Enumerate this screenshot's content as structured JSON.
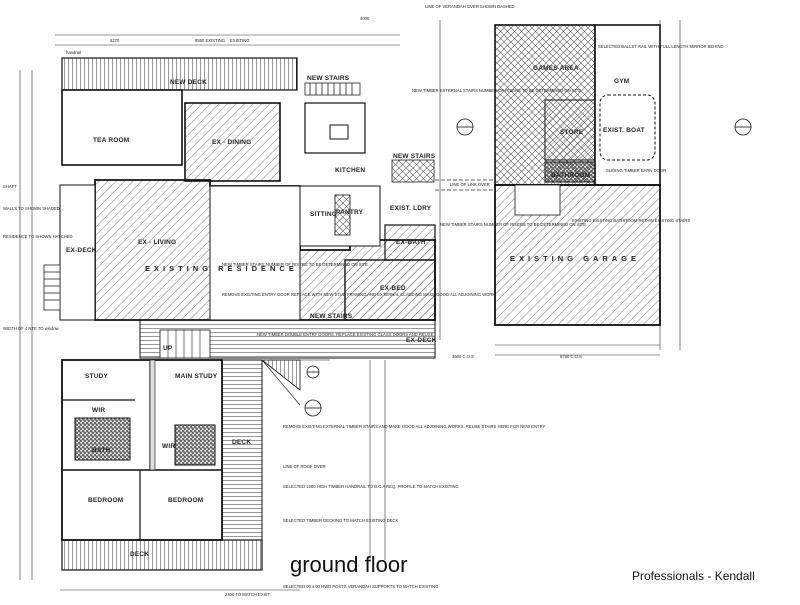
{
  "drawing": {
    "caption": "ground floor",
    "credit": "Professionals - Kendall"
  },
  "rooms": {
    "new_deck": "NEW DECK",
    "tea_room": "TEA ROOM",
    "ex_dining": "EX - DINING",
    "ex_living": "EX - LIVING",
    "existing_residence": "EXISTING RESIDENCE",
    "kitchen": "KITCHEN",
    "sitting": "SITTING",
    "pantry": "PANTRY",
    "ex_ldry": "EXIST. LDRY",
    "ex_bath": "EX-BATH",
    "ex_bed": "EX-BED",
    "ex_deck_left": "EX-DECK",
    "ex_deck_right": "EX-DECK",
    "new_stairs_top": "NEW STAIRS",
    "new_stairs_mid": "NEW STAIRS",
    "new_stairs_bottom": "NEW STAIRS",
    "games_area": "GAMES AREA",
    "gym": "GYM",
    "store": "STORE",
    "exist_boat": "EXIST. BOAT",
    "bathroom": "BATHROOM",
    "existing_garage": "EXISTING GARAGE",
    "study": "STUDY",
    "main_study": "MAIN STUDY",
    "wir_left": "WIR",
    "wir_right": "WIR",
    "bath": "BATH",
    "bedroom_left": "BEDROOM",
    "bedroom_right": "BEDROOM",
    "deck_side": "DECK",
    "deck_bottom": "DECK",
    "up": "UP"
  },
  "notes": {
    "veranda": "LINE OF VERANDAH OVER SHOWN DASHED",
    "ballet_rail": "SELECTED BALLET RAIL WITH FULL LENGTH MIRROR BEHIND",
    "timber_stairs_top": "NEW TIMBER EXTERNAL STAIRS NUMBER OF RISERS TO BE DETERMINED ON SITE",
    "barn_door": "SLIDING TIMBER BARN DOOR",
    "link_over": "LINE OF LINK OVER",
    "new_timber_stairs_right": "NEW TIMBER STAIRS NUMBER OF RISERS TO BE DETERMINED ON SITE",
    "garage_bathroom": "EXISTING EXISTING BATHROOM RETAIN EXISTING STAIRS",
    "new_timber_stairs_mid": "NEW TIMBER STAIRS NUMBER OF RISERS TO BE DETERMINED ON SITE",
    "remove_door": "REMOVE EXISTING ENTRY DOOR REPLACE WITH NEW STUD FRAMING AND EXTERNAL CLADDING MAKE GOOD ALL ADJOINING WORK",
    "double_entry": "NEW TIMBER DOUBLE ENTRY DOORS. REPLACE EXISTING GLASS DOORS AND REUSE",
    "walls_shaded": "WALLS TO SHOWN SHADED",
    "residence_hatched": "RESIDENCE TO SHOWN HATCHED",
    "remove_stairs": "REMOVE EXISTING EXTERNAL TIMBER STAIRS AND MAKE GOOD ALL ADJOINING WORKS. REUSE STAIRS HERE FOR NEW ENTRY",
    "roof_over": "LINE OF ROOF OVER",
    "handrail": "SELECTED 1000 HIGH TIMBER HANDRAIL TO B.C.A REQ. PROFILE TO MATCH EXISTING",
    "decking": "SELECTED TIMBER DECKING TO MATCH EXISTING DECK",
    "posts": "SELECTED 90 x 90 HWD POSTS VERANDAH SUPPORTS TO MATCH EXISTING",
    "existing_dim": "EXISTING",
    "match_existing": "2400 TO MATCH EXIST.",
    "cos_dim_1": "3600 C.O.S",
    "cos_dim_2": "8750 C.O.S",
    "handrail_label": "handrail",
    "shaft": "SHAFT",
    "width_note": "WIDTH OF 4 NTE TO window",
    "dim_5270": "5270",
    "dim_8550": "8550 EXISTING",
    "dim_4000": "4000"
  },
  "colors": {
    "line": "#1a1a1a",
    "hatch": "#444444",
    "paper": "#ffffff"
  }
}
